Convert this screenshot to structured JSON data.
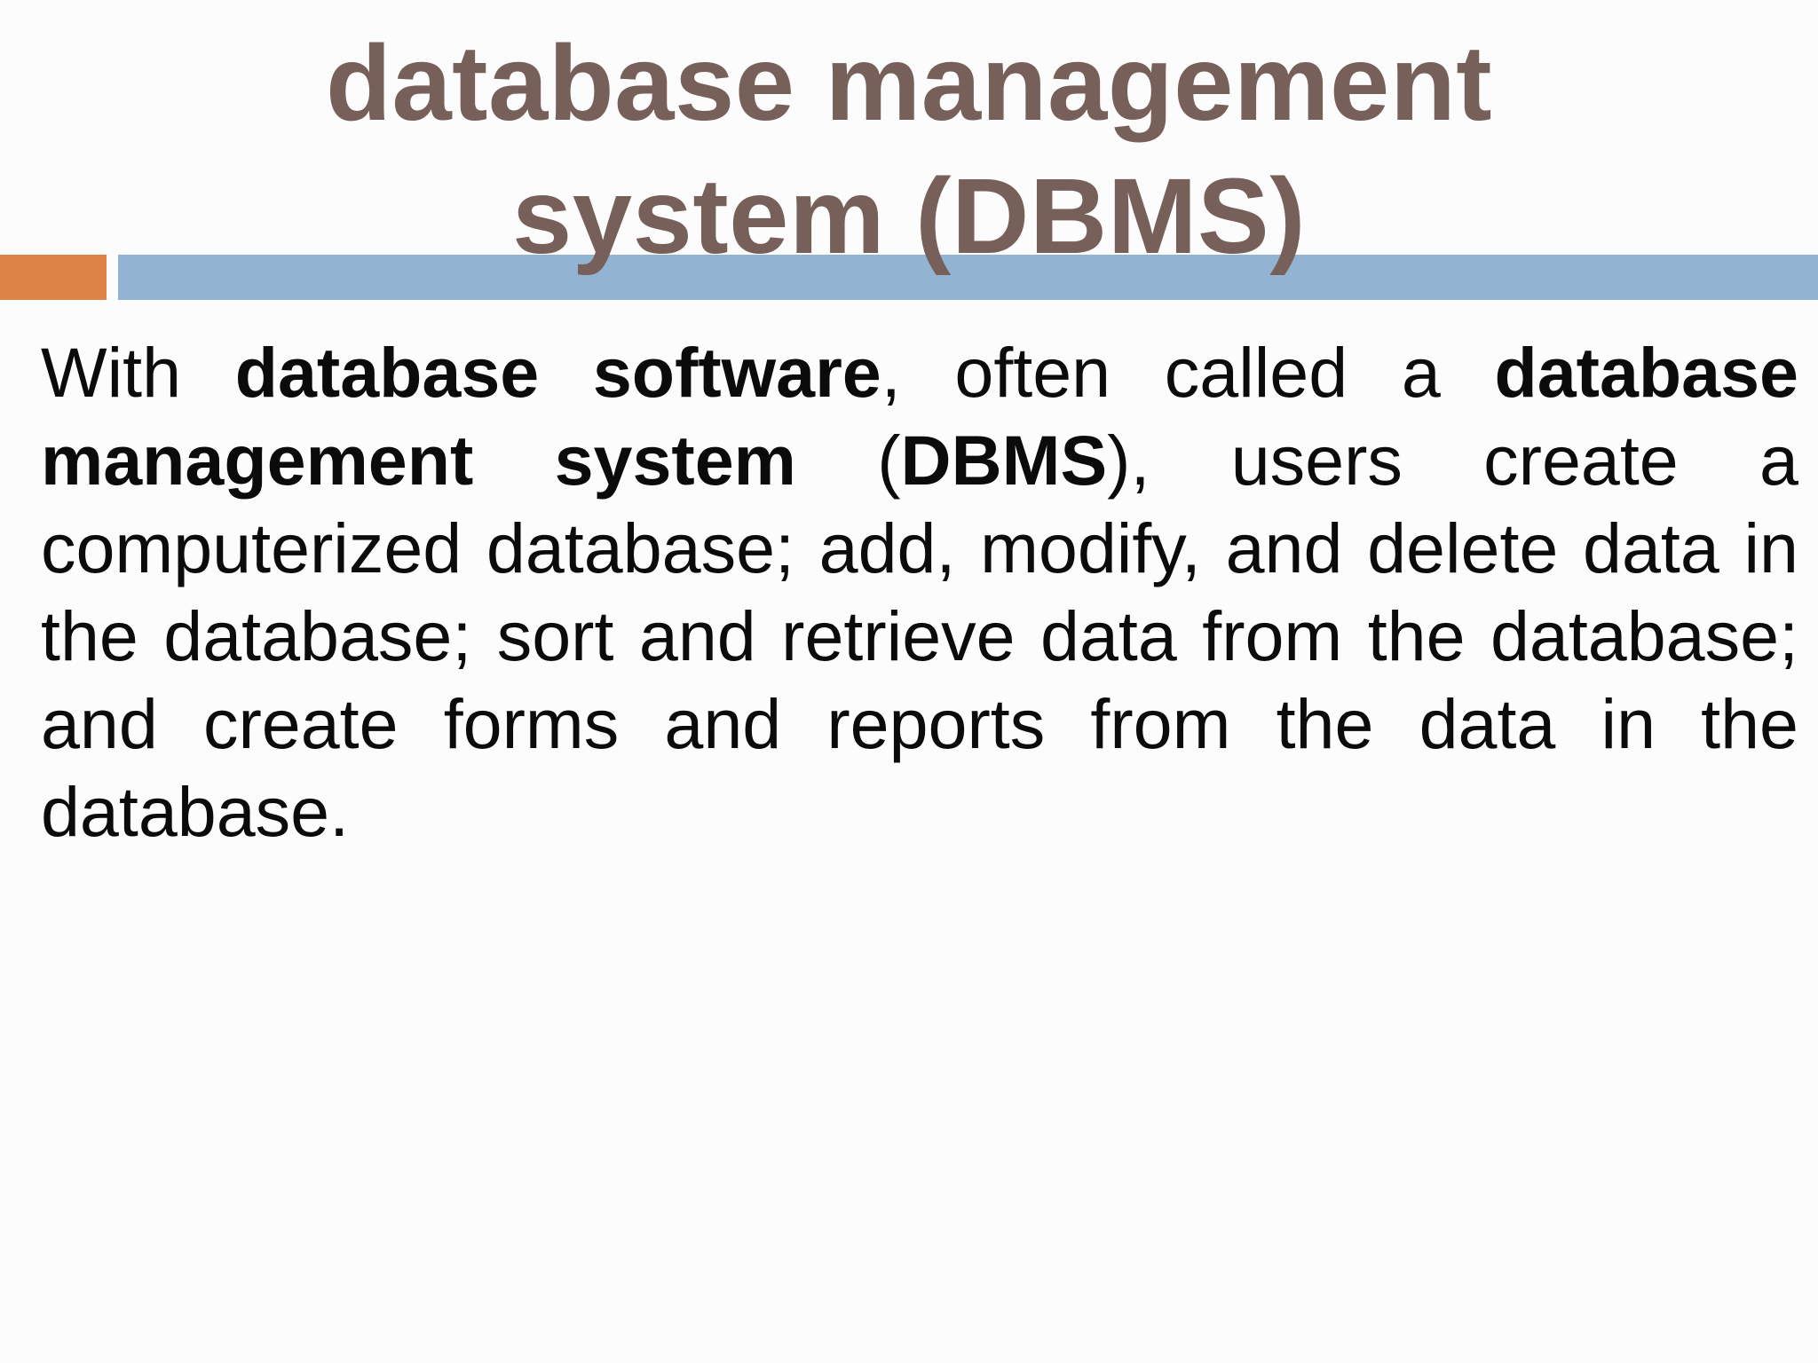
{
  "slide": {
    "title_line1": "database management",
    "title_line2": "system (DBMS)",
    "body": {
      "t1": "With ",
      "b1": "database software",
      "t2": ", often called a ",
      "b2": "database management system",
      "t3": " (",
      "b3": "DBMS",
      "t4": "), users create a computerized database; add, modify, and delete data in the database; sort and retrieve data from the database; and create forms and reports from the data in the database."
    },
    "colors": {
      "title": "#77605a",
      "accent_orange": "#df8449",
      "accent_blue": "#92b3d2",
      "body_text": "#0b0b0b",
      "background": "#fdfcfc"
    }
  }
}
